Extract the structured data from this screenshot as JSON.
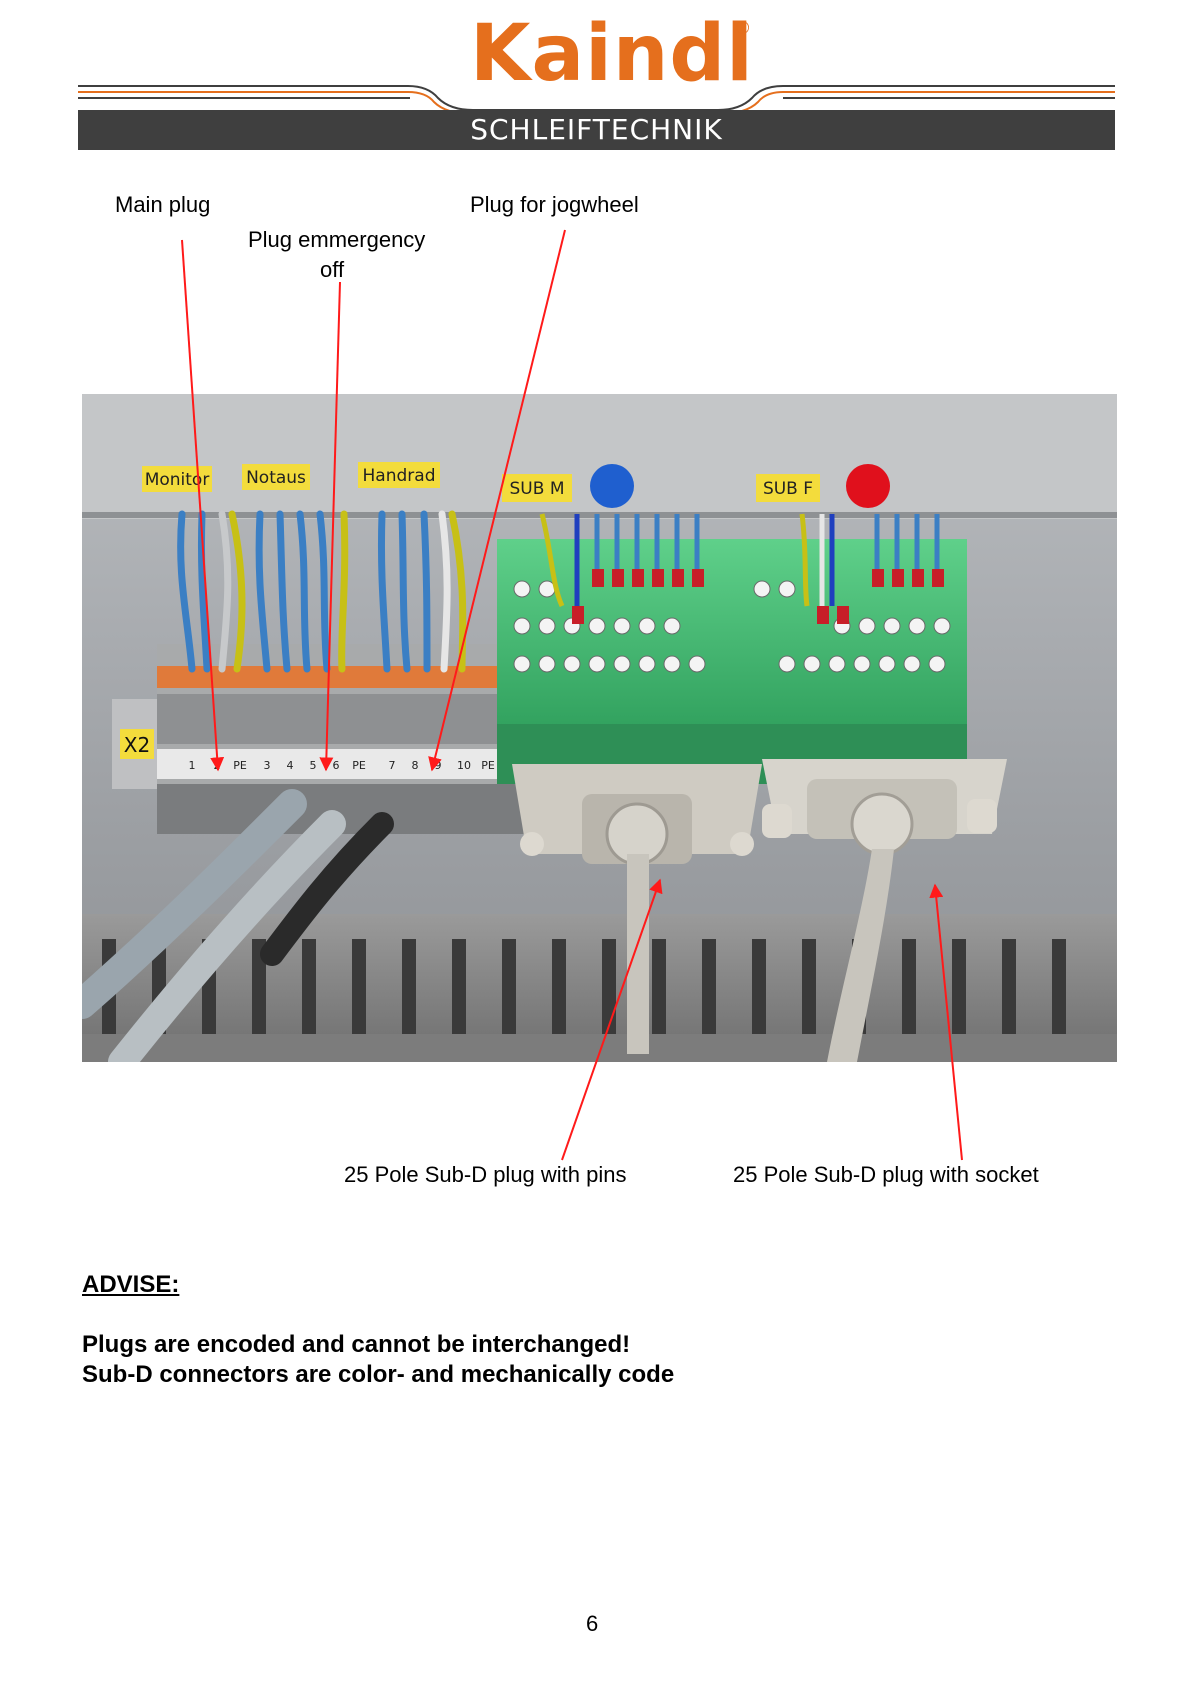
{
  "header": {
    "logo_text": "Kaindl",
    "registered_mark": "®",
    "subtitle": "SCHLEIFTECHNIK",
    "brand_color": "#e56f1d",
    "bar_color": "#3f3f3f"
  },
  "callouts": {
    "main_plug": "Main plug",
    "emergency_off_line1": "Plug emmergency",
    "emergency_off_line2": "off",
    "jogwheel": "Plug for jogwheel",
    "subd_pins": "25 Pole Sub-D plug with pins",
    "subd_socket": "25 Pole Sub-D plug with socket"
  },
  "photo": {
    "terminal_labels": [
      "Monitor",
      "Notaus",
      "Handrad",
      "SUB M",
      "SUB F"
    ],
    "rail_label": "X2",
    "terminal_numbers": [
      "1",
      "2",
      "PE",
      "3",
      "4",
      "5",
      "6",
      "PE",
      "7",
      "8",
      "9",
      "10",
      "PE"
    ],
    "sub_m_dot_color": "#1f5fcf",
    "sub_f_dot_color": "#e0101c",
    "label_color": "#f3dc3c",
    "module_color": "#3fbf6f"
  },
  "advise": {
    "title": "ADVISE:",
    "lines": [
      "Plugs are encoded and cannot be interchanged!",
      "Sub-D connectors are color- and mechanically code"
    ]
  },
  "page_number": "6"
}
